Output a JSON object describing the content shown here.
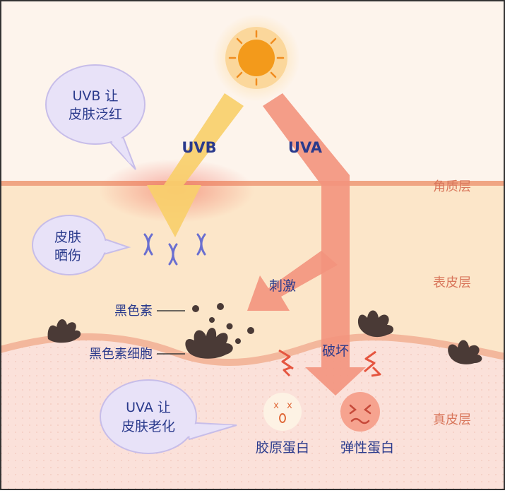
{
  "layers": {
    "stratum_corneum": "角质层",
    "epidermis": "表皮层",
    "dermis": "真皮层"
  },
  "rays": {
    "uvb": "UVB",
    "uva": "UVA"
  },
  "bubbles": {
    "uvb_redness_line1": "UVB 让",
    "uvb_redness_line2": "皮肤泛红",
    "sunburn_line1": "皮肤",
    "sunburn_line2": "晒伤",
    "uva_aging_line1": "UVA 让",
    "uva_aging_line2": "皮肤老化"
  },
  "labels": {
    "melanin": "黑色素",
    "melanocyte": "黑色素细胞",
    "stimulate": "刺激",
    "damage": "破坏",
    "collagen": "胶原蛋白",
    "elastin": "弹性蛋白"
  },
  "colors": {
    "sky": "#fdf4ec",
    "epidermis": "#fce6c9",
    "dermis": "#fbe1da",
    "layer_line": "#f0a583",
    "uvb_arrow": "#f9cf6b",
    "uva_arrow": "#f3937d",
    "bubble_fill": "#e8e2f8",
    "bubble_stroke": "#c7bde9",
    "text_blue": "#2a3a8c",
    "text_orange": "#d9775c",
    "melanin": "#4a3a36",
    "sun": "#f39a1b"
  }
}
